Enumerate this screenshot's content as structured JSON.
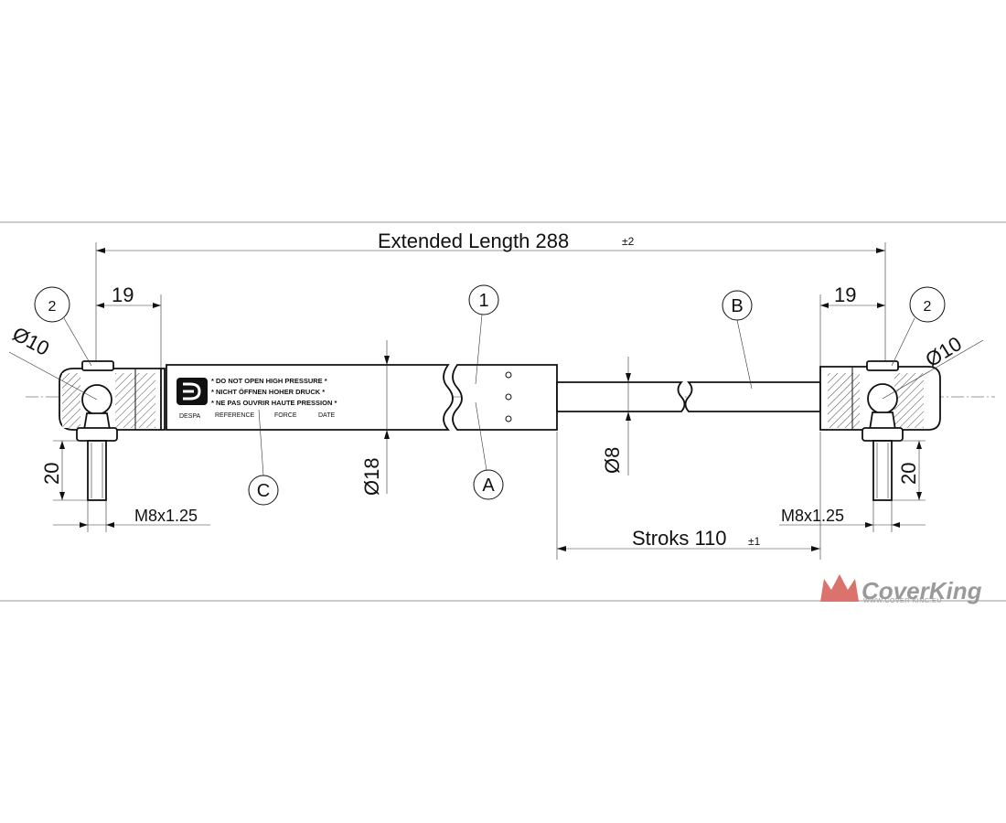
{
  "dimensions": {
    "extended_length": "Extended Length 288",
    "extended_tolerance": "±2",
    "end_left": "19",
    "end_right": "19",
    "ball_dia_left": "Ø10",
    "ball_dia_right": "Ø10",
    "body_dia": "Ø18",
    "rod_dia": "Ø8",
    "stud_len_left": "20",
    "stud_len_right": "20",
    "thread_left": "M8x1.25",
    "thread_right": "M8x1.25",
    "stroke": "Stroks 110",
    "stroke_tolerance": "±1"
  },
  "balloons": {
    "end_fitting_left": "2",
    "end_fitting_right": "2",
    "cylinder": "1",
    "rod": "B",
    "label": "C",
    "vent": "A"
  },
  "label": {
    "brand": "DESPA",
    "warning_1": "* DO NOT OPEN HIGH PRESSURE *",
    "warning_2": "* NICHT ÖFFNEN HOHER DRUCK *",
    "warning_3": "* NE PAS OUVRIR HAUTE PRESSION *",
    "col_reference": "REFERENCE",
    "col_force": "FORCE",
    "col_date": "DATE"
  },
  "watermark": {
    "name": "CoverKing",
    "url": "WWW.COVER-KING.EU",
    "crown_color": "#d9736b",
    "text_color": "#9a9a9a"
  }
}
